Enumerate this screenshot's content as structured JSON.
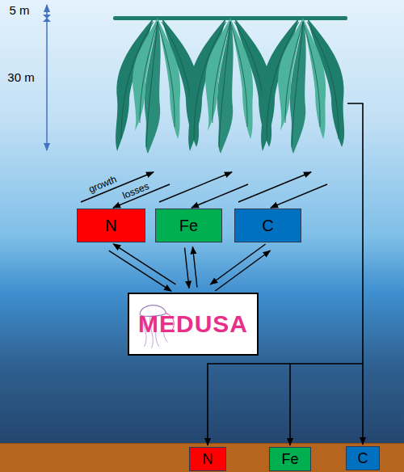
{
  "diagram": {
    "nodes": [
      {
        "text": [
          "N"
        ]
      },
      {
        "text": [
          "Fe"
        ]
      },
      {
        "text": [
          "C"
        ]
      },
      {
        "text": [
          "MEDUSA"
        ]
      },
      {
        "text": [
          "N"
        ]
      },
      {
        "text": [
          "Fe"
        ]
      },
      {
        "text": [
          "C"
        ]
      }
    ],
    "edges": [
      {
        "from": 0,
        "to": 3,
        "arrow": "to"
      },
      {
        "from": 3,
        "to": 0,
        "arrow": "to"
      },
      {
        "from": 1,
        "to": 3,
        "arrow": "to"
      },
      {
        "from": 3,
        "to": 1,
        "arrow": "to"
      },
      {
        "from": 2,
        "to": 3,
        "arrow": "to"
      },
      {
        "from": 3,
        "to": 2,
        "arrow": "to"
      }
    ],
    "labels": [
      "5 m",
      "30 m",
      "growth",
      "losses"
    ]
  }
}
